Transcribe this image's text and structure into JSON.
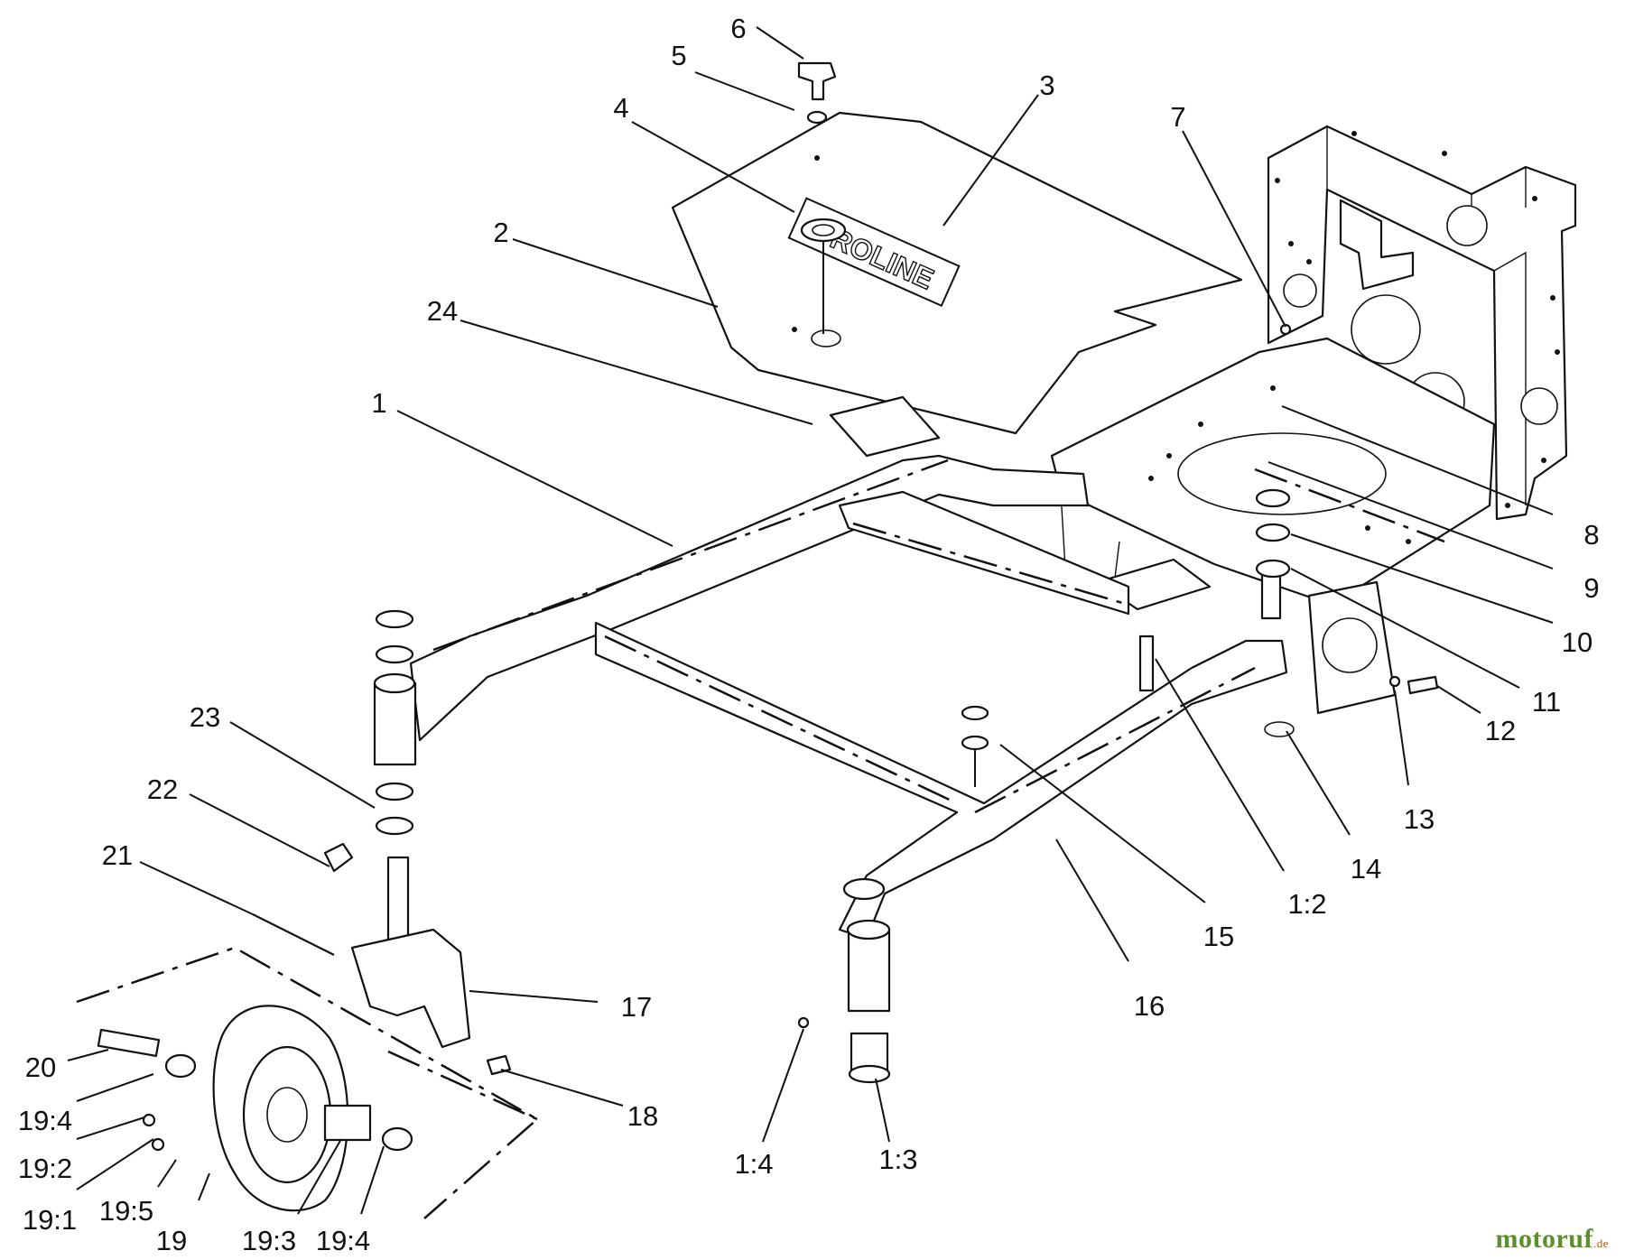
{
  "callouts": {
    "c1": "1",
    "c2": "2",
    "c3": "3",
    "c4": "4",
    "c5": "5",
    "c6": "6",
    "c7": "7",
    "c8": "8",
    "c9": "9",
    "c10": "10",
    "c11": "11",
    "c12": "12",
    "c13": "13",
    "c14": "14",
    "c15": "15",
    "c16": "16",
    "c17": "17",
    "c18": "18",
    "c19": "19",
    "c20": "20",
    "c21": "21",
    "c22": "22",
    "c23": "23",
    "c24": "24",
    "c1_2": "1:2",
    "c1_3": "1:3",
    "c1_4": "1:4",
    "c19_1": "19:1",
    "c19_2": "19:2",
    "c19_3": "19:3",
    "c19_4a": "19:4",
    "c19_4b": "19:4",
    "c19_5": "19:5"
  },
  "plate_marking": "PROLINE",
  "watermark": {
    "name": "motoruf",
    "tld": ".de"
  },
  "colors": {
    "line": "#111111",
    "background": "#ffffff",
    "watermark_green": "#5b8f2a",
    "watermark_orange": "#b05a00"
  }
}
